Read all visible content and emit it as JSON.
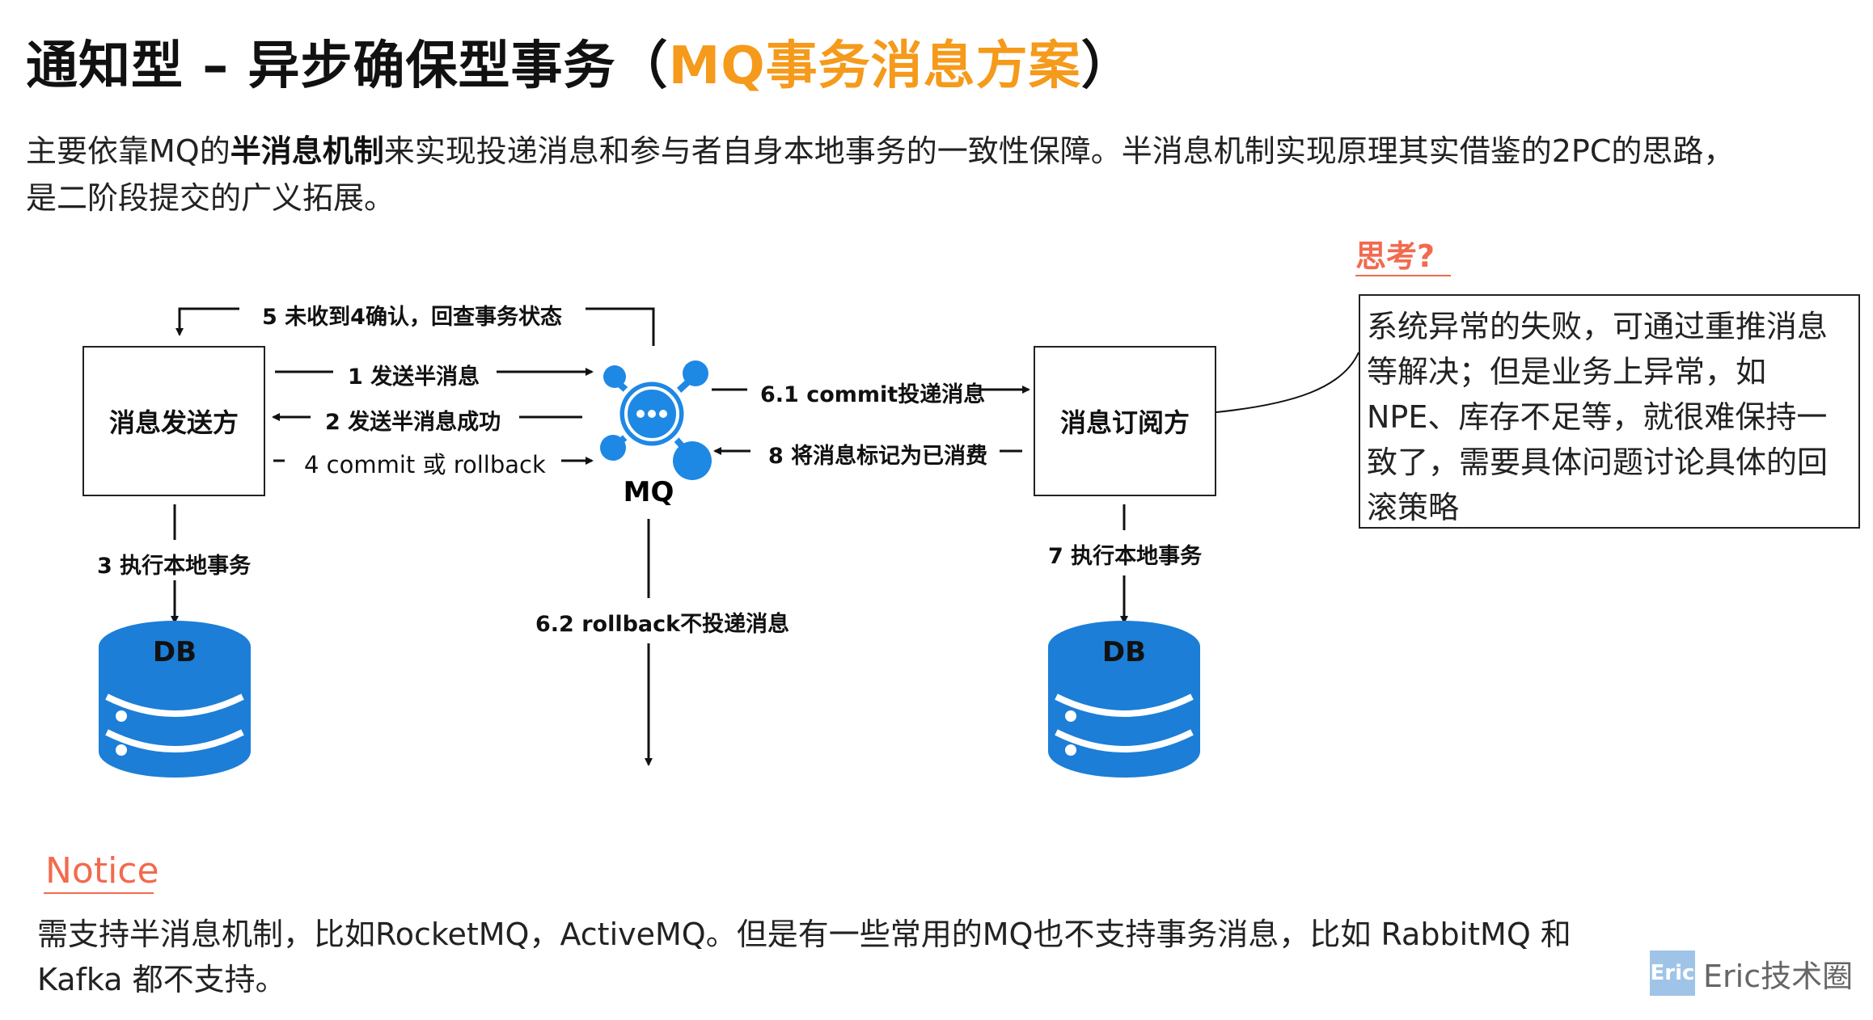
{
  "title": {
    "main": "通知型 – 异步确保型事务（",
    "accent": "MQ事务消息方案",
    "tail": "）"
  },
  "intro": {
    "part1": "主要依靠MQ的",
    "bold": "半消息机制",
    "part2": "来实现投递消息和参与者自身本地事务的一致性保障。半消息机制实现原理其实借鉴的2PC的思路，",
    "line2": "是二阶段提交的广义拓展。"
  },
  "diagram": {
    "sender": "消息发送方",
    "subscriber": "消息订阅方",
    "mq_label": "MQ",
    "db_left": "DB",
    "db_right": "DB",
    "step1": "1 发送半消息",
    "step2": "2 发送半消息成功",
    "step3": "3 执行本地事务",
    "step4": "4 commit 或 rollback",
    "step5": "5 未收到4确认，回查事务状态",
    "step61": "6.1 commit投递消息",
    "step62": "6.2 rollback不投递消息",
    "step7": "7 执行本地事务",
    "step8": "8 将消息标记为已消费"
  },
  "think": {
    "title": "思考?",
    "line1": "系统异常的失败，可通过重推消息",
    "line2": "等解决；但是业务上异常，如",
    "line3": "NPE、库存不足等，就很难保持一",
    "line4": "致了，需要具体问题讨论具体的回",
    "line5": "滚策略"
  },
  "notice": {
    "title": "Notice",
    "line1": "需支持半消息机制，比如RocketMQ，ActiveMQ。但是有一些常用的MQ也不支持事务消息，比如 RabbitMQ 和",
    "line2": "Kafka 都不支持。"
  },
  "watermark": {
    "badge": "Eric",
    "text": "Eric技术圈"
  },
  "colors": {
    "accent": "#f59a1b",
    "notice": "#f26a4f",
    "mq_blue": "#1e88e5",
    "db_blue": "#1c7ed6"
  },
  "icons": {
    "mq": "message-hub-icon",
    "db": "database-icon"
  }
}
